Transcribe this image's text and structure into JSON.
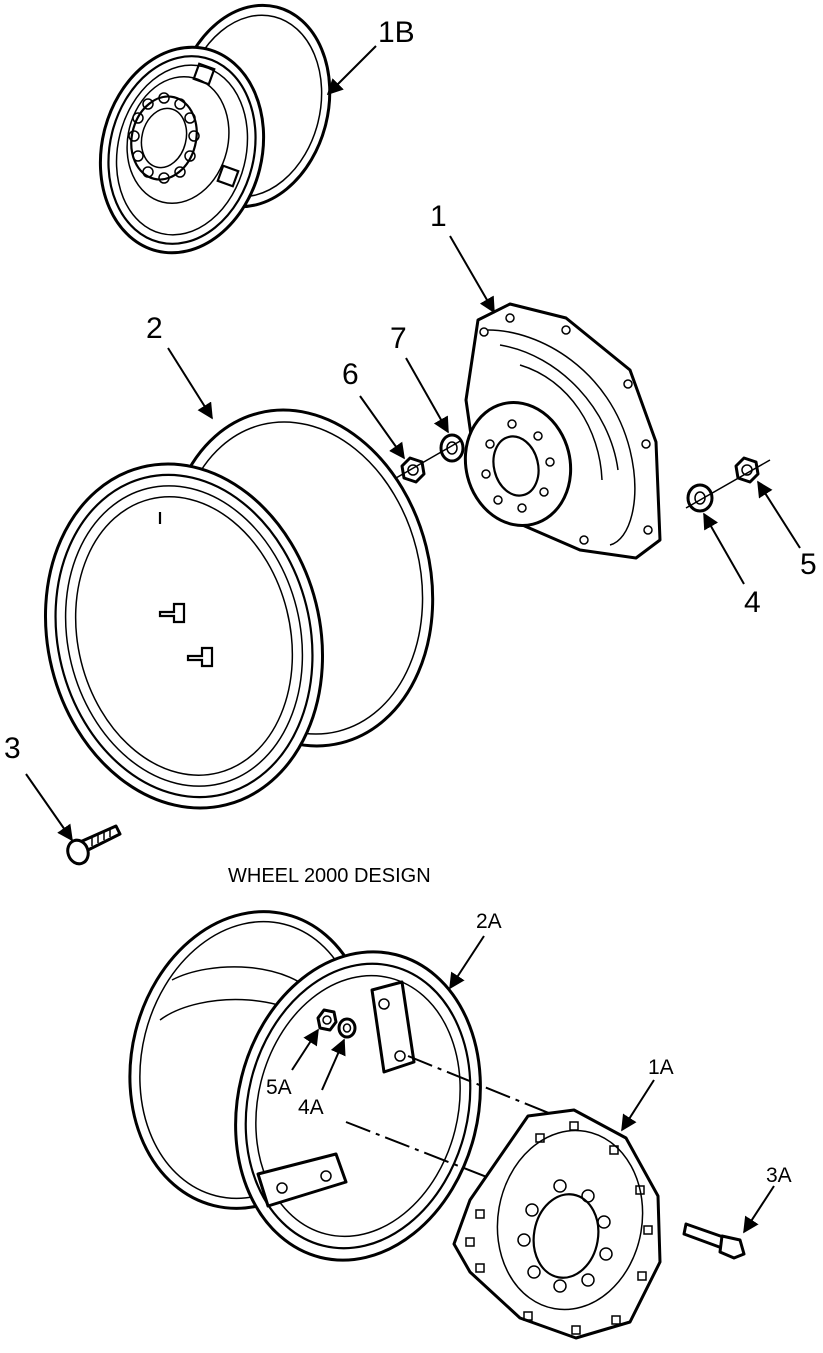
{
  "caption": "WHEEL 2000 DESIGN",
  "callouts": {
    "c1B": "1B",
    "c1": "1",
    "c2": "2",
    "c7": "7",
    "c6": "6",
    "c5": "5",
    "c4": "4",
    "c3": "3",
    "c2A": "2A",
    "c1A": "1A",
    "c5A": "5A",
    "c4A": "4A",
    "c3A": "3A"
  }
}
